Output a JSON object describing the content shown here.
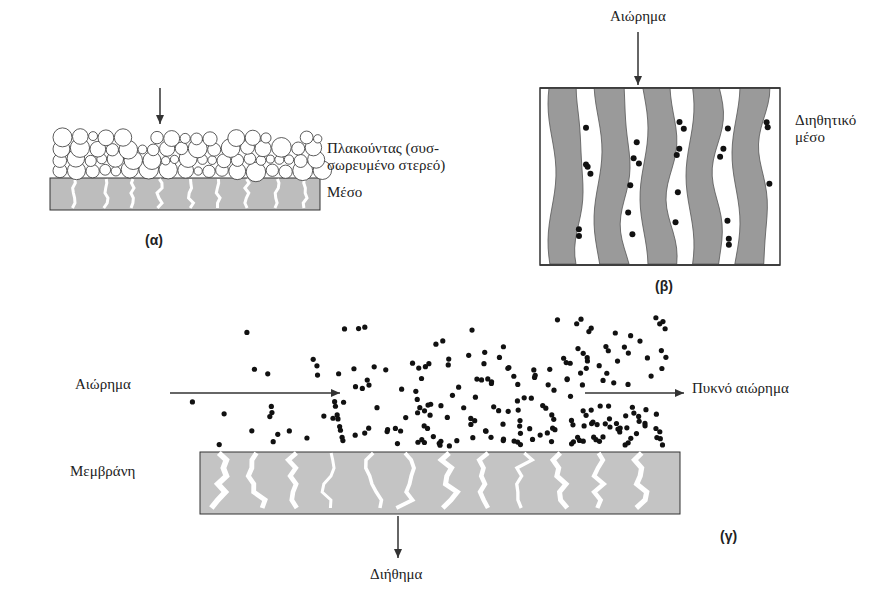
{
  "diagram": {
    "labels": [
      "Πλακούντας (συσ-σωρευμένο στερεό)",
      "Μέσο",
      "(α)",
      "Αιώρημα",
      "Διηθητικό μέσο",
      "(β)",
      "Αιώρημα",
      "Πυκνό αιώρημα",
      "Μεμβράνη",
      "Διήθημα",
      "(γ)"
    ]
  }
}
